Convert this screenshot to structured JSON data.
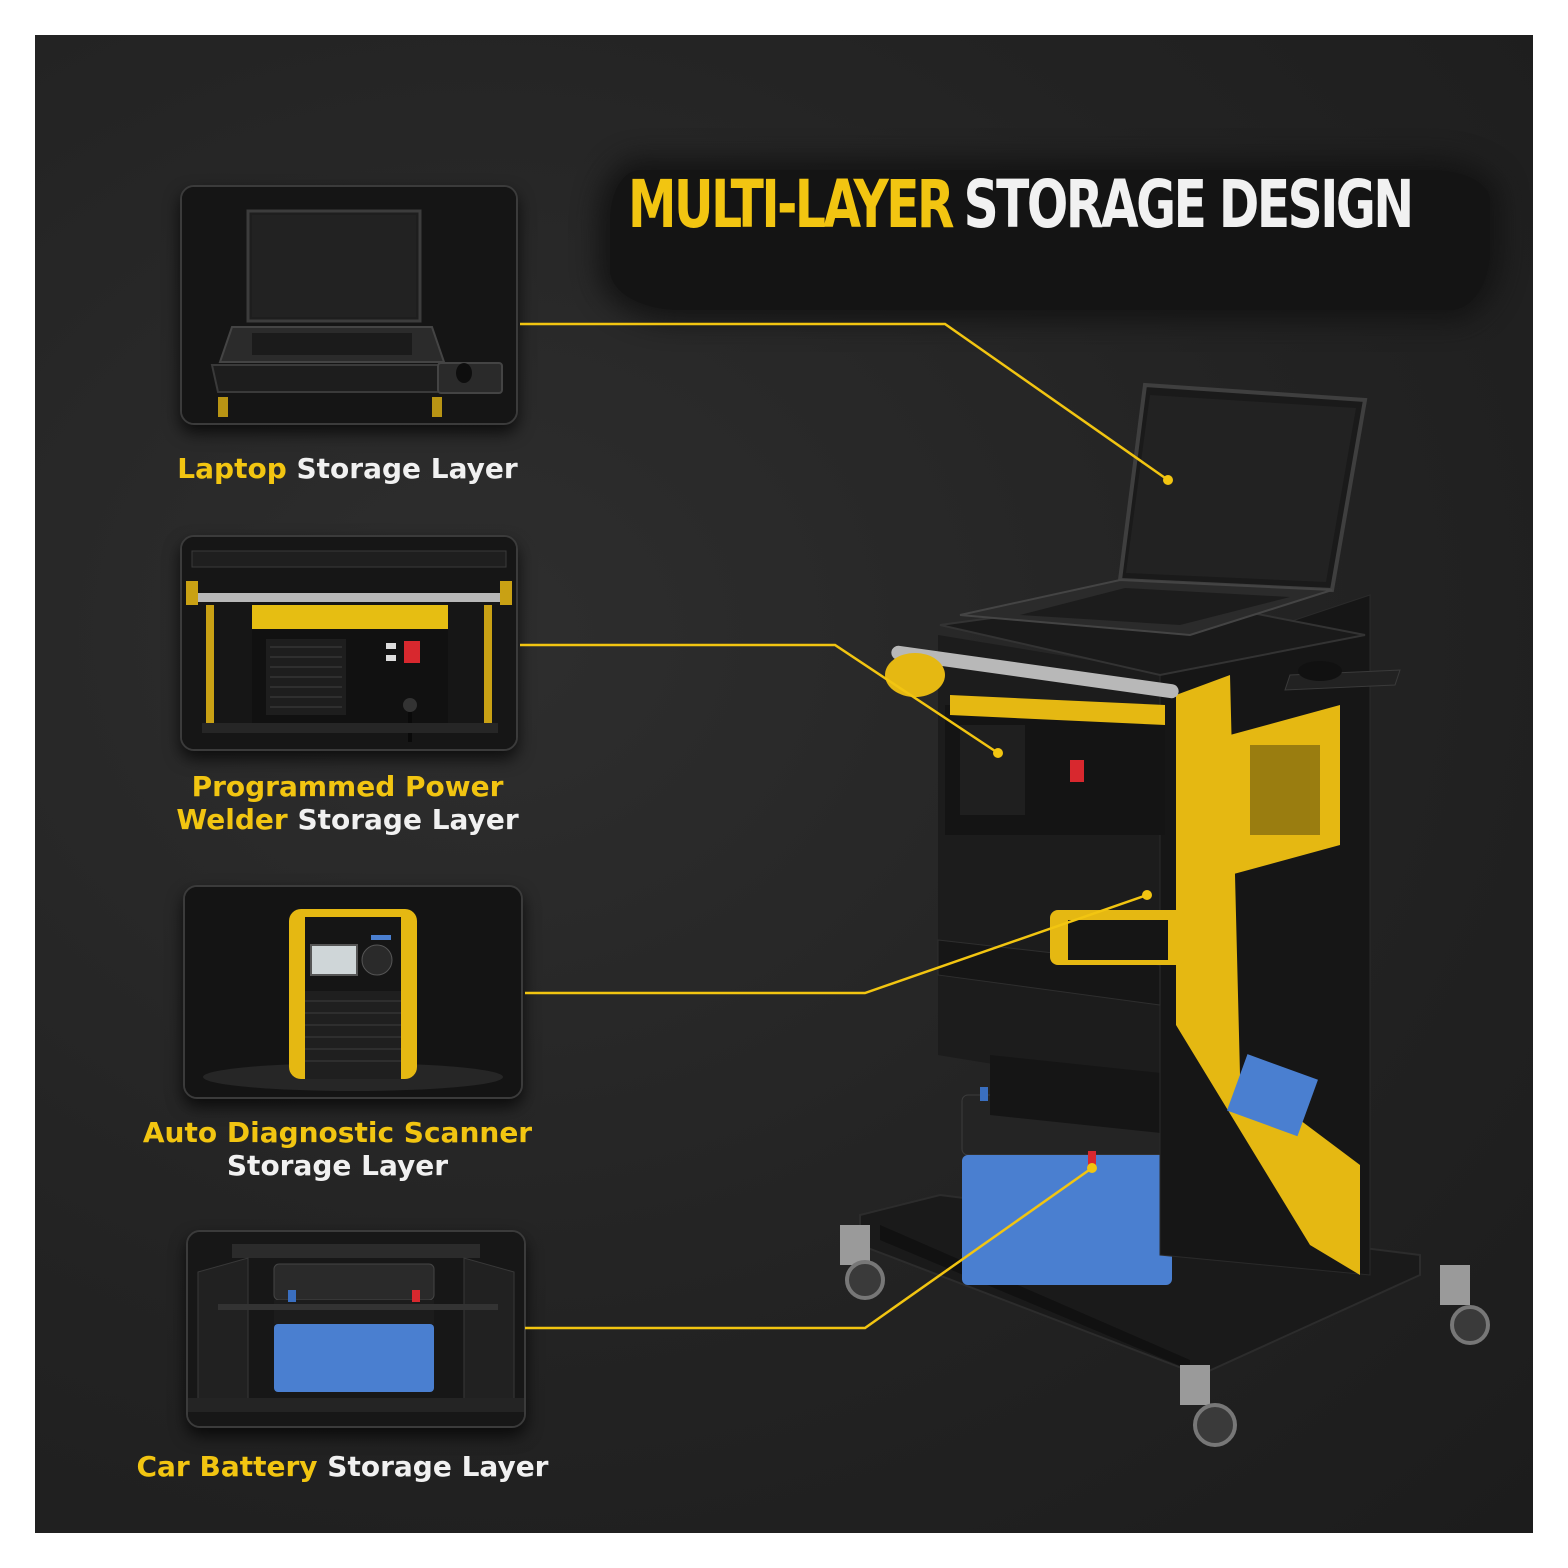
{
  "headline": {
    "highlight": "MULTI-LAYER",
    "rest": "STORAGE DESIGN"
  },
  "layers": [
    {
      "highlight": "Laptop",
      "rest": "Storage Layer"
    },
    {
      "highlight_line1": "Programmed Power",
      "highlight_line2": "Welder",
      "rest": "Storage Layer"
    },
    {
      "highlight": "Auto Diagnostic Scanner",
      "rest": "Storage Layer"
    },
    {
      "highlight": "Car Battery",
      "rest": "Storage Layer"
    }
  ],
  "colors": {
    "accent": "#f2c511",
    "background": "#252525",
    "text": "#f1f1f1",
    "battery": "#4a7fd0"
  }
}
